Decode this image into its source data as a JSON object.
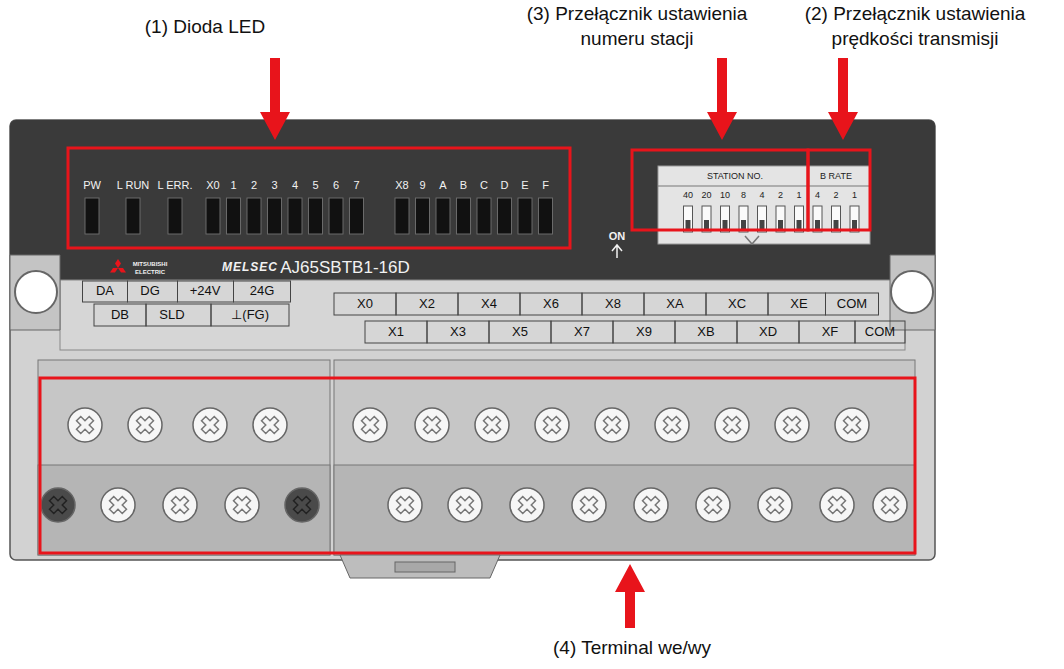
{
  "diagram": {
    "labels": [
      "(1) Dioda LED",
      "(3) Przełącznik ustawienia numeru stacji",
      "(2) Przełącznik ustawienia prędkości transmisji",
      "(4) Terminal we/wy",
      "PW",
      "L RUN",
      "L ERR.",
      "X0",
      "1",
      "2",
      "3",
      "4",
      "5",
      "6",
      "7",
      "X8",
      "9",
      "A",
      "B",
      "C",
      "D",
      "E",
      "F",
      "STATION NO.",
      "40",
      "20",
      "10",
      "8",
      "4",
      "2",
      "1",
      "B RATE",
      "4",
      "2",
      "1",
      "ON",
      "MITSUBISHI",
      "ELECTRIC",
      "MELSEC",
      "AJ65SBTB1-16D",
      "DA",
      "DG",
      "+24V",
      "24G",
      "DB",
      "SLD",
      "⊥(FG)",
      "X0",
      "X2",
      "X4",
      "X6",
      "X8",
      "XA",
      "XC",
      "XE",
      "COM",
      "X1",
      "X3",
      "X5",
      "X7",
      "X9",
      "XB",
      "XD",
      "XF",
      "COM"
    ]
  }
}
